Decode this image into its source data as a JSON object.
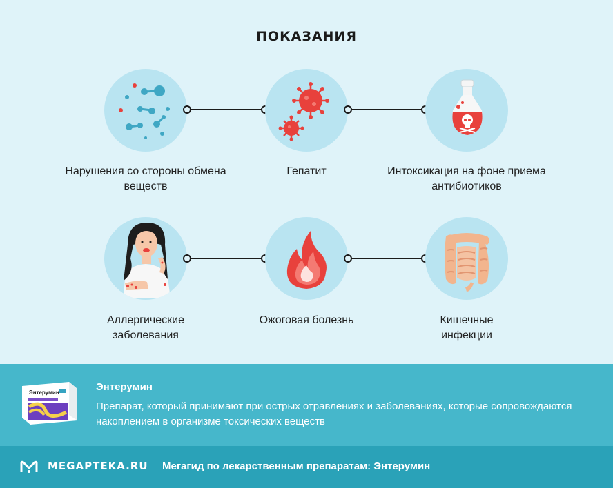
{
  "title": "ПОКАЗАНИЯ",
  "indications": [
    {
      "label": "Нарушения со стороны обмена веществ",
      "icon": "molecules-icon"
    },
    {
      "label": "Гепатит",
      "icon": "virus-icon"
    },
    {
      "label": "Интоксикация на фоне приема антибиотиков",
      "icon": "poison-bottle-icon"
    },
    {
      "label": "Аллергические заболевания",
      "icon": "allergy-woman-icon"
    },
    {
      "label": "Ожоговая болезнь",
      "icon": "flame-icon"
    },
    {
      "label": "Кишечные инфекции",
      "icon": "intestine-icon"
    }
  ],
  "product": {
    "name": "Энтерумин",
    "description": "Препарат, который принимают при острых отравлениях и заболеваниях, которые сопровождаются накоплением в организме токсических веществ",
    "package_text": "Энтерумин"
  },
  "footer": {
    "logo": "MEGAPTEKA.RU",
    "text": "Мегагид по лекарственным препаратам: Энтерумин"
  },
  "colors": {
    "background": "#dff3f9",
    "circle": "#b9e4f1",
    "band": "#46b7cb",
    "footer": "#2aa2b8",
    "accent_red": "#e8413c"
  }
}
